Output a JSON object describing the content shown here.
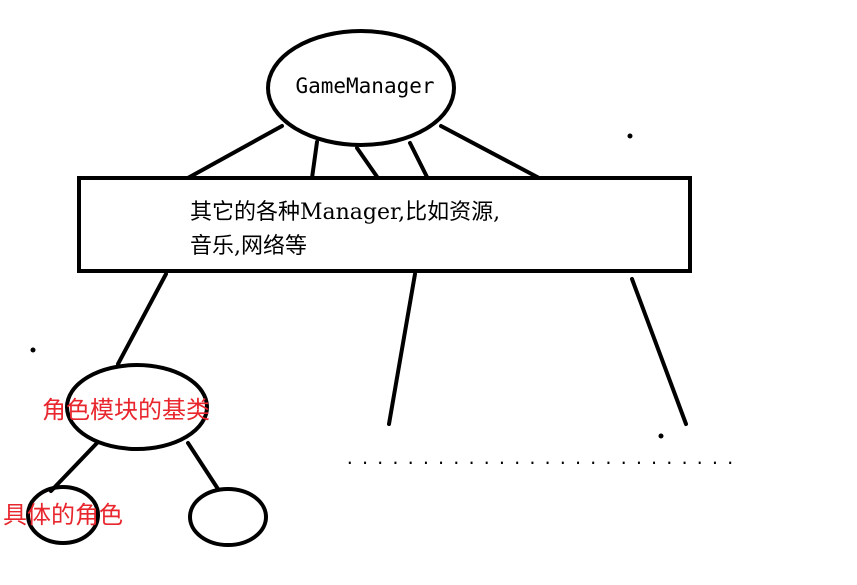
{
  "diagram": {
    "root_node": {
      "label": "GameManager"
    },
    "managers_box": {
      "line1": "其它的各种Manager,比如资源,",
      "line2": "音乐,网络等"
    },
    "role_base_node": {
      "label": "角色模块的基类"
    },
    "concrete_role_node": {
      "label": "具体的角色"
    },
    "empty_role_node": {
      "label": ""
    },
    "ellipsis": {
      "label": ".........................."
    },
    "colors": {
      "stroke": "#000000",
      "annotation_red": "#e8262d",
      "background": "#ffffff"
    }
  }
}
